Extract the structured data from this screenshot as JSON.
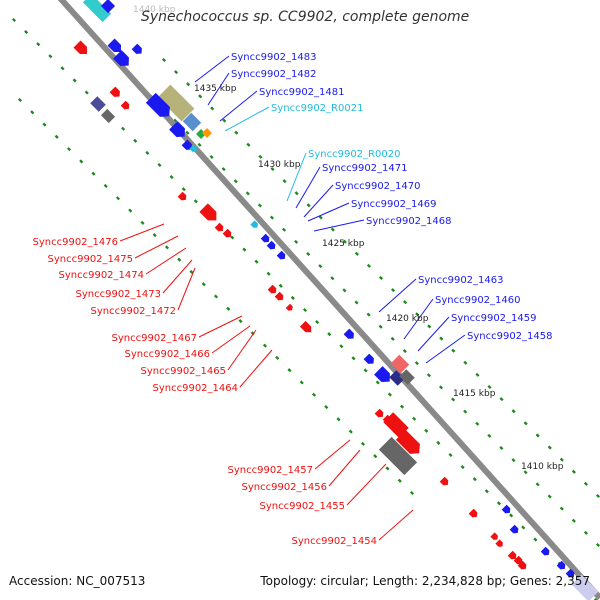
{
  "title": "Synechococcus sp. CC9902, complete genome",
  "footer": {
    "accession": "Accession: NC_007513",
    "summary": "Topology: circular; Length: 2,234,828 bp; Genes: 2,357"
  },
  "colors": {
    "backbone": "#8a8a8a",
    "tick": "#1c8a1c",
    "forward_gene": "#1a1aee",
    "reverse_gene": "#ee1111",
    "rna_label": "#22bbdd",
    "pseudo_gene": "#666666",
    "feature_olive": "#b7b27a"
  },
  "scale_labels": [
    "1440 kbp",
    "1435 kbp",
    "1430 kbp",
    "1425 kbp",
    "1420 kbp",
    "1415 kbp",
    "1410 kbp"
  ],
  "forward_labels": [
    "Syncc9902_1483",
    "Syncc9902_1482",
    "Syncc9902_1481",
    "Syncc9902_R0021",
    "Syncc9902_R0020",
    "Syncc9902_1471",
    "Syncc9902_1470",
    "Syncc9902_1469",
    "Syncc9902_1468",
    "Syncc9902_1463",
    "Syncc9902_1460",
    "Syncc9902_1459",
    "Syncc9902_1458"
  ],
  "reverse_labels": [
    "Syncc9902_1476",
    "Syncc9902_1475",
    "Syncc9902_1474",
    "Syncc9902_1473",
    "Syncc9902_1472",
    "Syncc9902_1467",
    "Syncc9902_1466",
    "Syncc9902_1465",
    "Syncc9902_1464",
    "Syncc9902_1457",
    "Syncc9902_1456",
    "Syncc9902_1455",
    "Syncc9902_1454"
  ]
}
